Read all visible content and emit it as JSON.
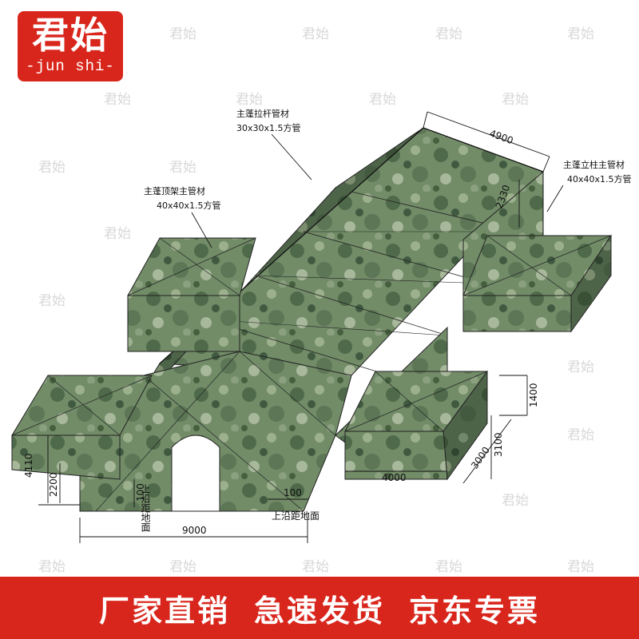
{
  "logo": {
    "name": "君始",
    "subtitle": "-jun shi-"
  },
  "watermark": "君始",
  "annotations": {
    "tie_rod": {
      "line1": "主蓬拉杆管材",
      "line2": "30x30x1.5方管"
    },
    "roof_frame": {
      "line1": "主蓬顶架主管材",
      "line2": "40x40x1.5方管"
    },
    "column": {
      "line1": "主蓬立柱主管材",
      "line2": "40x40x1.5方管"
    }
  },
  "dimensions": {
    "top_width": "4900",
    "column_height": "2330",
    "side_height": "1400",
    "wing_height": "3100",
    "wing_depth": "3000",
    "wing_width": "4000",
    "total_height": "4110",
    "door_height": "2200",
    "total_length": "9000",
    "left_small": "100",
    "right_small": "100",
    "left_ground_note": "上沿距地面",
    "right_ground_note": "上沿距地面"
  },
  "banner": {
    "items": [
      "厂家直销",
      "急速发货",
      "京东专票"
    ]
  },
  "colors": {
    "brand_red": "#d9261c",
    "camo_base": "#6f8a66"
  }
}
